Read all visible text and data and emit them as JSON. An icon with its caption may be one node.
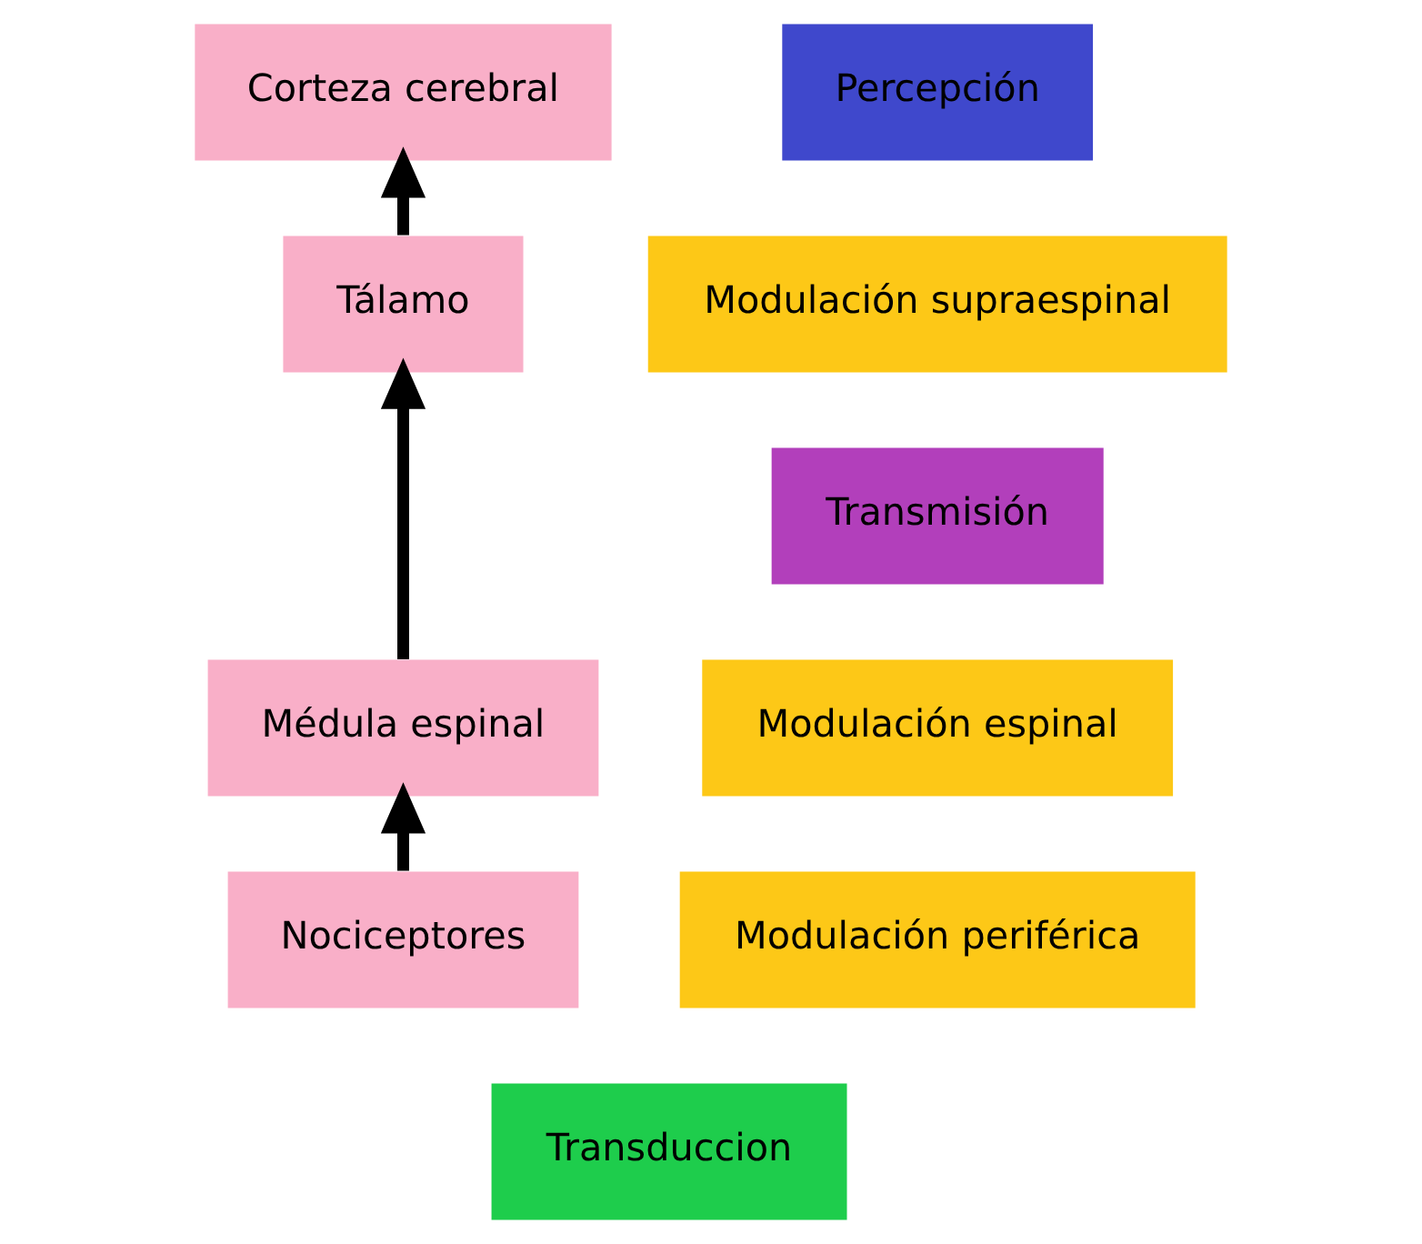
{
  "diagram": {
    "nodes": [
      {
        "text": [
          "Corteza cerebral"
        ]
      },
      {
        "text": [
          "Percepción"
        ]
      },
      {
        "text": [
          "Tálamo"
        ]
      },
      {
        "text": [
          "Modulación supraespinal"
        ]
      },
      {
        "text": [
          "Transmisión"
        ]
      },
      {
        "text": [
          "Médula espinal"
        ]
      },
      {
        "text": [
          "Modulación espinal"
        ]
      },
      {
        "text": [
          "Nociceptores"
        ]
      },
      {
        "text": [
          "Modulación periférica"
        ]
      },
      {
        "text": [
          "Transduccion"
        ]
      }
    ],
    "edges": [
      {
        "from": 2,
        "to": 0,
        "arrow": "to"
      },
      {
        "from": 5,
        "to": 2,
        "arrow": "to"
      },
      {
        "from": 7,
        "to": 5,
        "arrow": "to"
      }
    ]
  }
}
